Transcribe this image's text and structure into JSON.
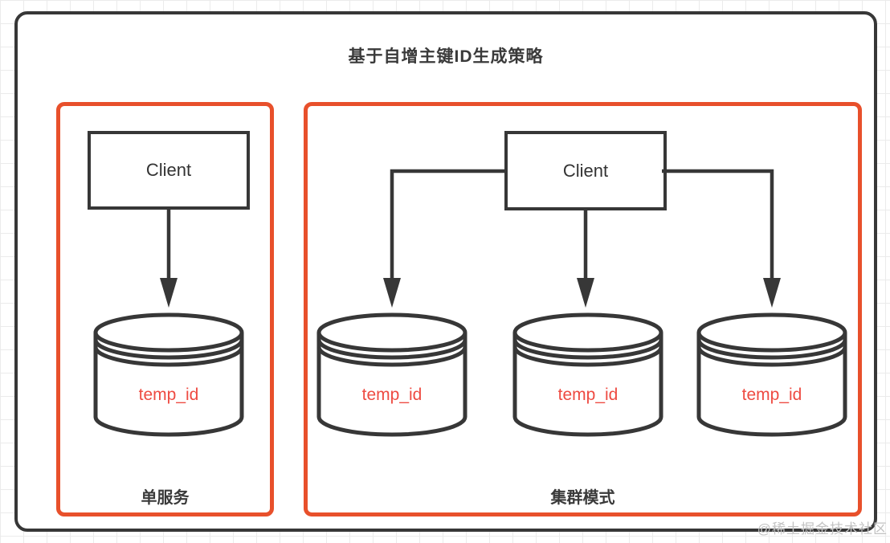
{
  "title": "基于自增主键ID生成策略",
  "colors": {
    "frame_dark": "#373737",
    "accent_orange": "#e8502b",
    "db_text_red": "#ee4b42",
    "watermark_gray": "#c3c3c3"
  },
  "single_service": {
    "label": "单服务",
    "client_label": "Client",
    "databases": [
      {
        "label": "temp_id"
      }
    ]
  },
  "cluster": {
    "label": "集群模式",
    "client_label": "Client",
    "databases": [
      {
        "label": "temp_id"
      },
      {
        "label": "temp_id"
      },
      {
        "label": "temp_id"
      }
    ]
  },
  "watermark": "@稀土掘金技术社区"
}
